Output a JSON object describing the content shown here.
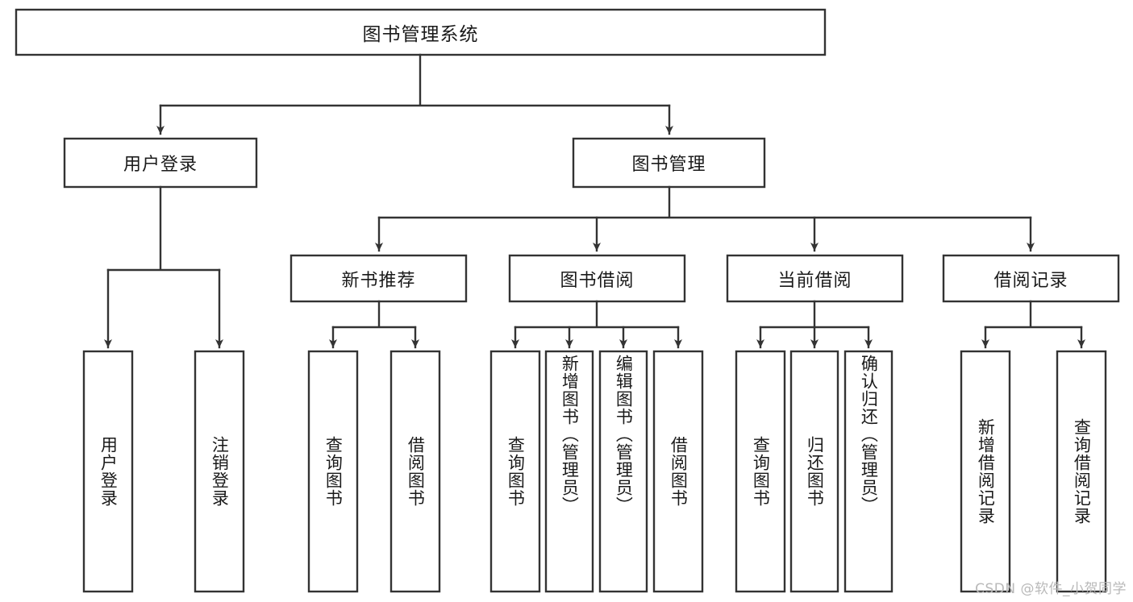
{
  "diagram": {
    "type": "tree",
    "title": "图书管理系统",
    "orientation": "top-down",
    "colors": {
      "background": "#ffffff",
      "box_fill": "#ffffff",
      "box_stroke": "#333333",
      "text": "#1a1a1a",
      "watermark": "#b9b9b9"
    },
    "root": {
      "label": "图书管理系统"
    },
    "level2": [
      {
        "label": "用户登录"
      },
      {
        "label": "图书管理"
      }
    ],
    "level3": [
      {
        "label": "新书推荐"
      },
      {
        "label": "图书借阅"
      },
      {
        "label": "当前借阅"
      },
      {
        "label": "借阅记录"
      }
    ],
    "leaves": {
      "user_login": [
        {
          "label": "用户登录"
        },
        {
          "label": "注销登录"
        }
      ],
      "new_book_recommend": [
        {
          "label": "查询图书"
        },
        {
          "label": "借阅图书"
        }
      ],
      "book_borrow": [
        {
          "label": "查询图书"
        },
        {
          "label": "新增图书（管理员）"
        },
        {
          "label": "编辑图书（管理员）"
        },
        {
          "label": "借阅图书"
        }
      ],
      "current_borrow": [
        {
          "label": "查询图书"
        },
        {
          "label": "归还图书"
        },
        {
          "label": "确认归还（管理员）"
        }
      ],
      "borrow_record": [
        {
          "label": "新增借阅记录"
        },
        {
          "label": "查询借阅记录"
        }
      ]
    }
  },
  "watermark": {
    "text": "CSDN @软件_小贺同学"
  }
}
